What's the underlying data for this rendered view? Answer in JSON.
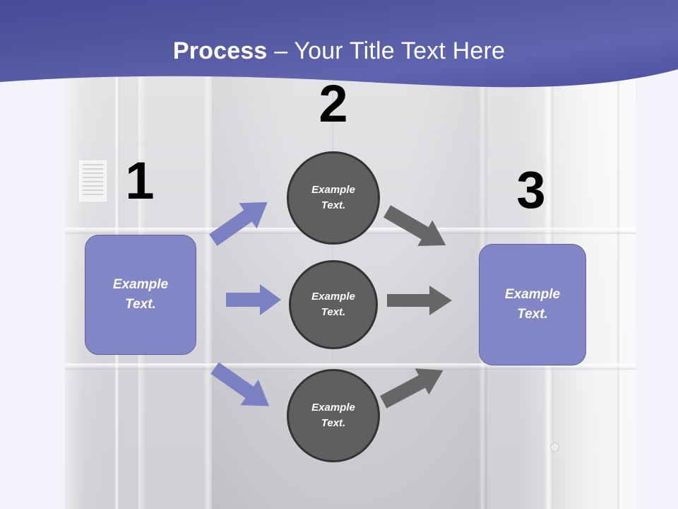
{
  "slide": {
    "title": {
      "strong": "Process",
      "rest": " – Your Title Text Here"
    },
    "banner_color": "#4b4f9e",
    "banner_color_light": "#6f73b8"
  },
  "steps": [
    {
      "number": "1",
      "label": "Example\nText."
    },
    {
      "number": "2",
      "label": ""
    },
    {
      "number": "3",
      "label": "Example\nText."
    }
  ],
  "shapes": {
    "box_left": {
      "text": "Example\nText.",
      "color": "#8286c6"
    },
    "box_right": {
      "text": "Example\nText.",
      "color": "#8286c6"
    },
    "circle_top": {
      "text": "Example\nText.",
      "color": "#5f5f5f"
    },
    "circle_middle": {
      "text": "Example\nText.",
      "color": "#5f5f5f"
    },
    "circle_bottom": {
      "text": "Example\nText.",
      "color": "#5f5f5f"
    }
  },
  "arrows": {
    "purple_color": "#7b80c2",
    "gray_color": "#666666",
    "purple_up": "arrow-up-right-purple",
    "purple_middle": "arrow-right-purple",
    "purple_down": "arrow-down-right-purple",
    "gray_down": "arrow-down-right-gray",
    "gray_middle": "arrow-right-gray",
    "gray_up": "arrow-up-right-gray"
  }
}
